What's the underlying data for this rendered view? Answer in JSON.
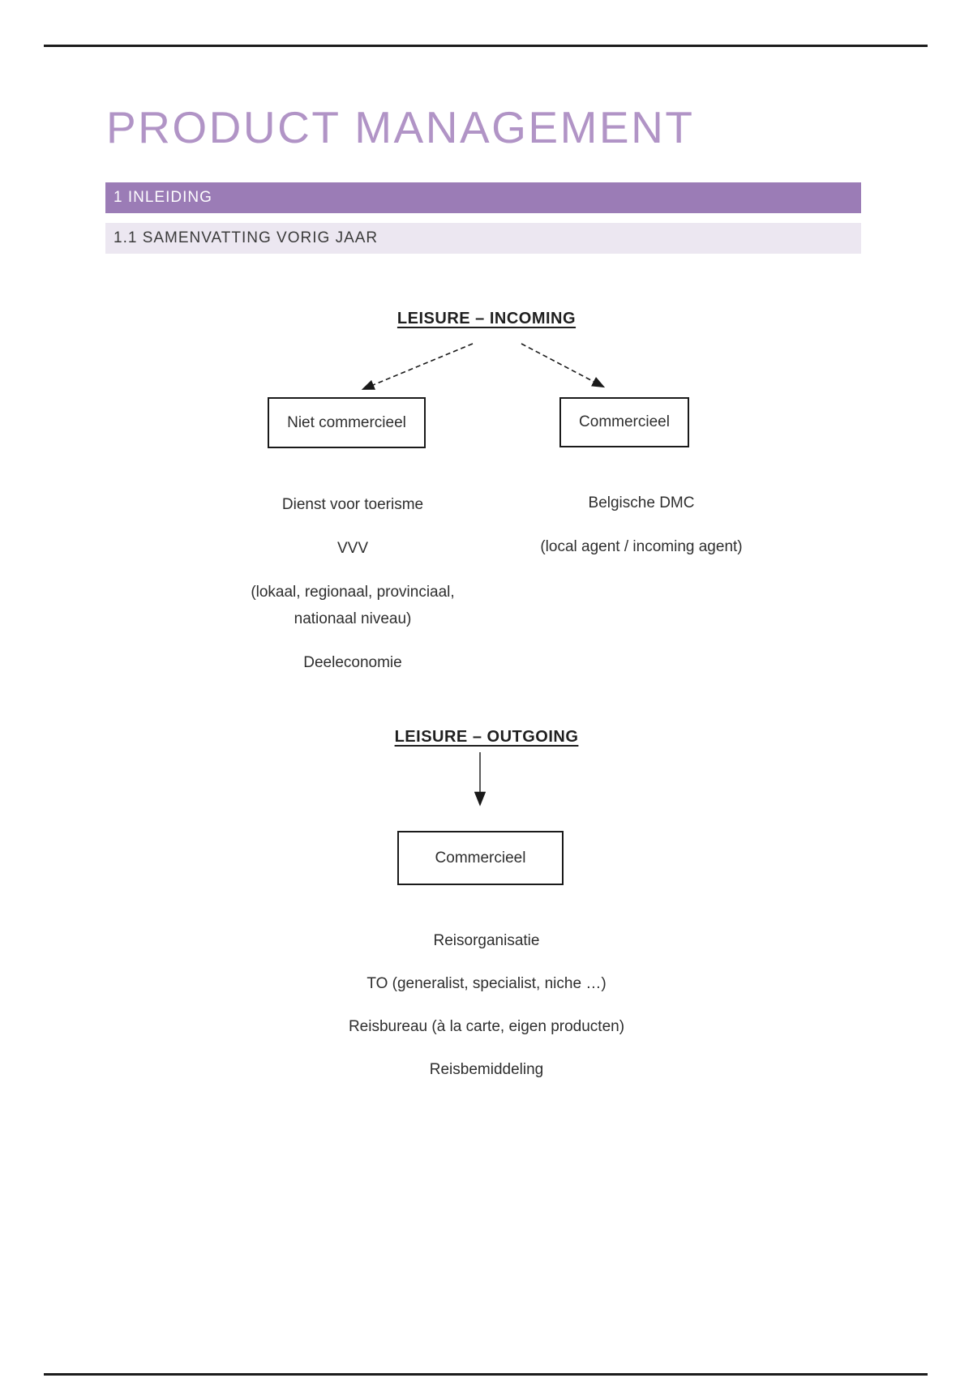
{
  "page": {
    "title": "PRODUCT MANAGEMENT",
    "section_heading": "1 INLEIDING",
    "subsection_heading": "1.1 SAMENVATTING VORIG JAAR"
  },
  "colors": {
    "heading_bar": "#9b7cb6",
    "subheading_bar": "#ece7f1",
    "title_text": "#b194c6",
    "heading_bar_text": "#ffffff",
    "subheading_text": "#3b3b3b",
    "body_text": "#2e2e2e",
    "rule": "#1c1c1c"
  },
  "diagram_incoming": {
    "title": "LEISURE – INCOMING",
    "left": {
      "box_label": "Niet commercieel",
      "items": [
        "Dienst voor toerisme",
        "VVV",
        "(lokaal, regionaal, provinciaal, nationaal niveau)",
        "Deeleconomie"
      ]
    },
    "right": {
      "box_label": "Commercieel",
      "items": [
        "Belgische DMC",
        "(local agent / incoming agent)"
      ]
    }
  },
  "diagram_outgoing": {
    "title": "LEISURE – OUTGOING",
    "box_label": "Commercieel",
    "items": [
      "Reisorganisatie",
      "TO (generalist, specialist, niche …)",
      "Reisbureau (à la carte, eigen producten)",
      "Reisbemiddeling"
    ]
  }
}
